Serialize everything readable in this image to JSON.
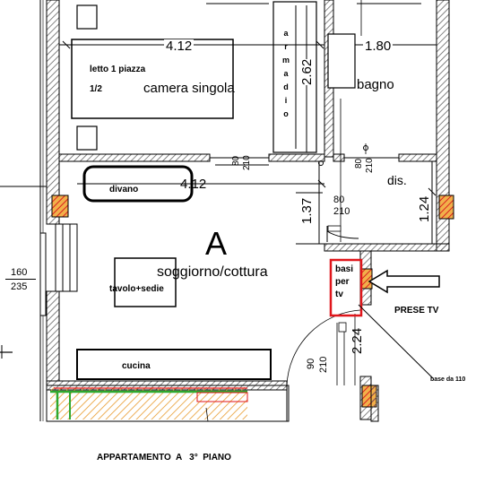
{
  "rooms": {
    "bed": "letto 1 piazza",
    "bed_size": "1/2",
    "single_room": "camera singola",
    "wardrobe_letters": [
      "a",
      "r",
      "m",
      "a",
      "d",
      "i",
      "o"
    ],
    "bathroom": "bagno",
    "hallway": "dis.",
    "sofa": "divano",
    "apartment_letter": "A",
    "living_kitchen": "soggiorno/cottura",
    "table_chairs": "tavolo+sedie",
    "kitchen": "cucina"
  },
  "dimensions": {
    "bedroom_width": "4.12",
    "living_width": "4.12",
    "wardrobe_depth": "2.62",
    "bathroom_width": "1.80",
    "hall_depth": "1.24",
    "passage_depth": "1.37",
    "bottom_depth": "2.24",
    "door_bedroom_w": "80",
    "door_bedroom_h": "210",
    "door_bath_w": "80",
    "door_bath_h": "210",
    "door_hall_w": "80",
    "door_hall_h": "210",
    "window_w": "160",
    "window_h": "235",
    "door_entry_w": "90",
    "door_entry_h": "210"
  },
  "annotations": {
    "tv_box_lines": [
      "basi",
      "per",
      "tv"
    ],
    "tv_sockets": "PRESE TV",
    "tv_base": "base da 110",
    "caption": "APPARTAMENTO  A   3°  PIANO"
  },
  "colors": {
    "wall_hatch": "#777777",
    "highlight_red": "#e0161b",
    "hatch_orange": "#e89a2c",
    "balcony_green": "#2fa82f"
  }
}
